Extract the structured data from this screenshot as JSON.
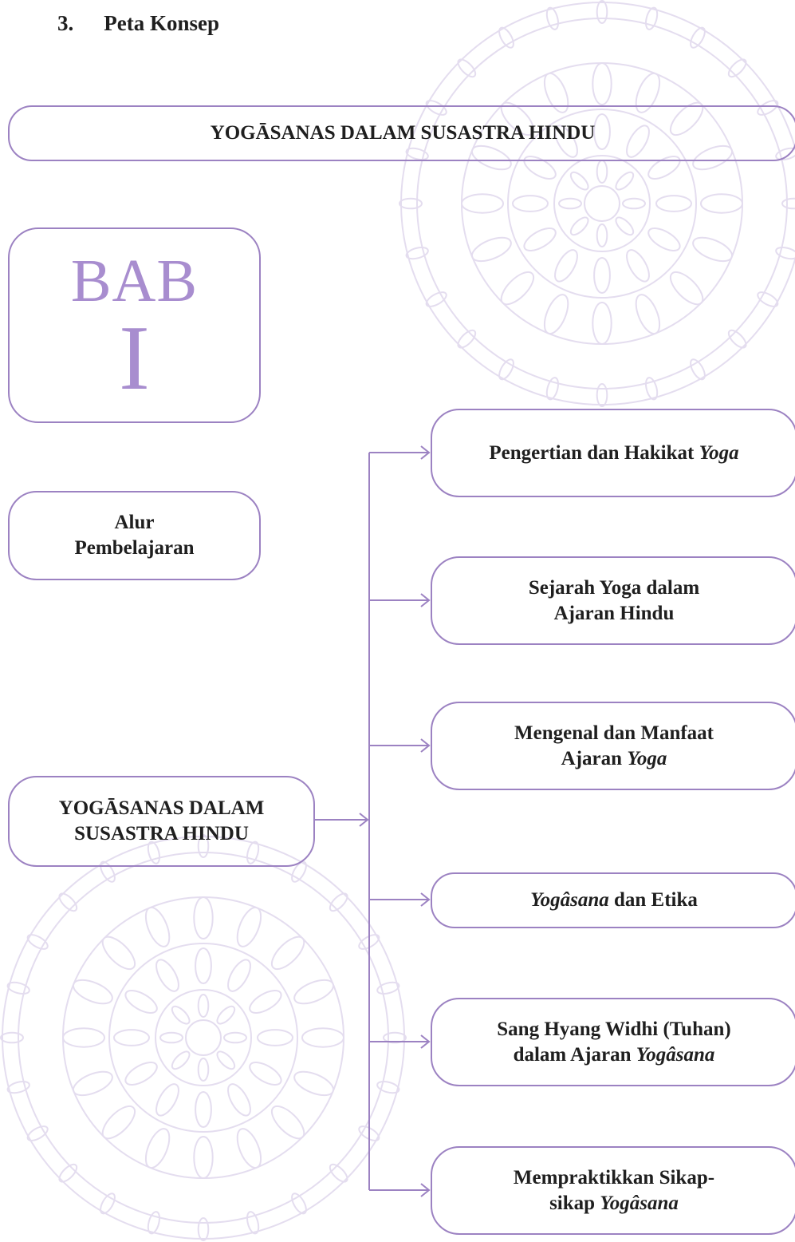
{
  "heading": {
    "number": "3.",
    "text": "Peta Konsep"
  },
  "title_banner": "YOGĀSANAS DALAM SUSASTRA HINDU",
  "bab": {
    "word": "BAB",
    "number": "I"
  },
  "alur": {
    "line1": "Alur",
    "line2": "Pembelajaran"
  },
  "root": {
    "line1": "YOGĀSANAS DALAM",
    "line2": "SUSASTRA HINDU"
  },
  "topics": {
    "t1": {
      "plain": "Pengertian dan Hakikat ",
      "italic": "Yoga"
    },
    "t2": {
      "line1": "Sejarah Yoga dalam",
      "line2": "Ajaran Hindu"
    },
    "t3": {
      "line1": "Mengenal dan Manfaat",
      "line2_plain": "Ajaran ",
      "line2_italic": "Yoga"
    },
    "t4": {
      "italic": "Yogâsana",
      "plain": " dan Etika"
    },
    "t5": {
      "line1": "Sang Hyang Widhi (Tuhan)",
      "line2_plain": "dalam Ajaran ",
      "line2_italic": "Yogâsana"
    },
    "t6": {
      "line1": "Mempraktikkan Sikap-",
      "line2_plain": "sikap ",
      "line2_italic": "Yogâsana"
    }
  },
  "colors": {
    "accent": "#9c82c2",
    "bab_text": "#a88dcf",
    "mandala": "#e4ddef"
  }
}
